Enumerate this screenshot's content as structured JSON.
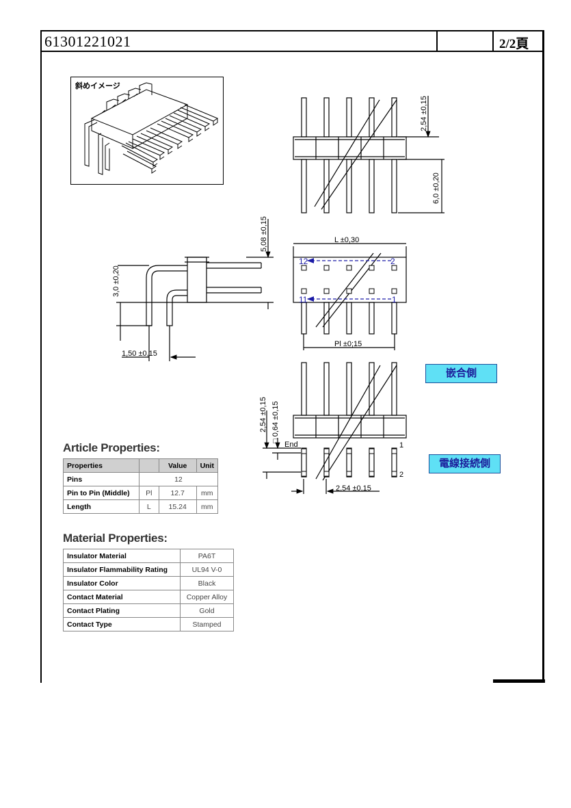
{
  "header": {
    "part_number": "61301221021",
    "page": "2/2頁"
  },
  "image_caption": "斜めイメージ",
  "dims": {
    "d_top_pitch": "2,54 ±0,15",
    "d_top_pin": "6,0 ±0,20",
    "d_side_height": "5,08 ±0,15",
    "d_side_3": "3,0 ±0,20",
    "d_side_150": "1,50 ±0,15",
    "d_length": "L ±0,30",
    "d_pitch_pl": "Pl ±0;15",
    "d_bottom_254": "2,54 ±0,15",
    "d_bottom_064": "□ 0,64 ±0,15",
    "d_bottom_pitch": "2,54 ±0,15",
    "lbl_end": "End",
    "pin_12": "12",
    "pin_2_top": "2",
    "pin_11": "11",
    "pin_1_top": "1",
    "pin_1": "1",
    "pin_2": "2"
  },
  "labels": {
    "mating_side": "嵌合側",
    "wire_side": "電線接続側"
  },
  "article": {
    "title": "Article Properties:",
    "headers": [
      "Properties",
      "",
      "Value",
      "Unit"
    ],
    "rows": [
      {
        "prop": "Pins",
        "sym": "",
        "value": "12",
        "unit": ""
      },
      {
        "prop": "Pin to Pin (Middle)",
        "sym": "Pl",
        "value": "12.7",
        "unit": "mm"
      },
      {
        "prop": "Length",
        "sym": "L",
        "value": "15.24",
        "unit": "mm"
      }
    ]
  },
  "material": {
    "title": "Material Properties:",
    "rows": [
      {
        "prop": "Insulator Material",
        "value": "PA6T"
      },
      {
        "prop": "Insulator Flammability Rating",
        "value": "UL94 V-0"
      },
      {
        "prop": "Insulator Color",
        "value": "Black"
      },
      {
        "prop": "Contact Material",
        "value": "Copper Alloy"
      },
      {
        "prop": "Contact Plating",
        "value": "Gold"
      },
      {
        "prop": "Contact Type",
        "value": "Stamped"
      }
    ]
  }
}
